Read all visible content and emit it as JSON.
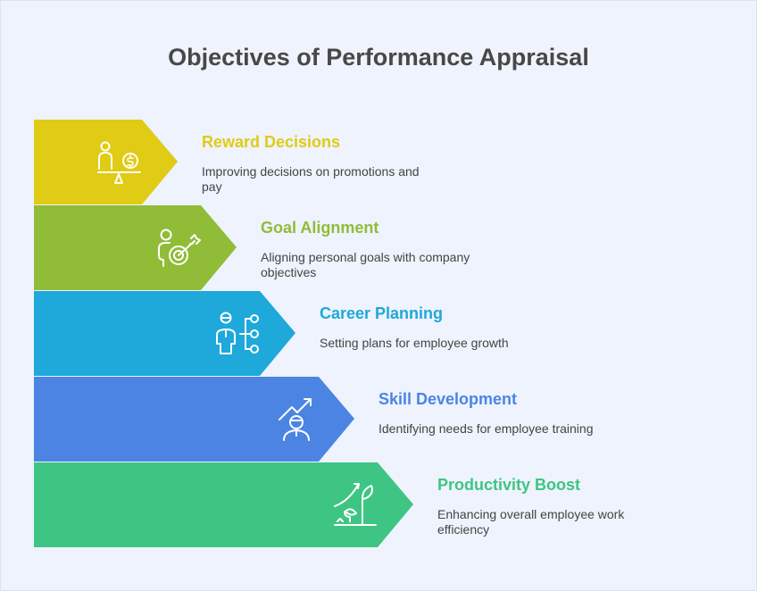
{
  "title": "Objectives of Performance Appraisal",
  "steps": [
    {
      "title": "Reward Decisions",
      "description": "Improving decisions on promotions and pay",
      "color": "#e0cb15",
      "icon": "scale-money-icon"
    },
    {
      "title": "Goal Alignment",
      "description": "Aligning personal goals with company objectives",
      "color": "#91bc38",
      "icon": "person-target-icon"
    },
    {
      "title": "Career Planning",
      "description": "Setting plans for employee growth",
      "color": "#1fa8da",
      "icon": "person-branches-icon"
    },
    {
      "title": "Skill Development",
      "description": "Identifying needs for employee training",
      "color": "#4c84e4",
      "icon": "person-growth-icon"
    },
    {
      "title": "Productivity Boost",
      "description": "Enhancing overall employee work efficiency",
      "color": "#3ec583",
      "icon": "plant-growth-icon"
    }
  ]
}
